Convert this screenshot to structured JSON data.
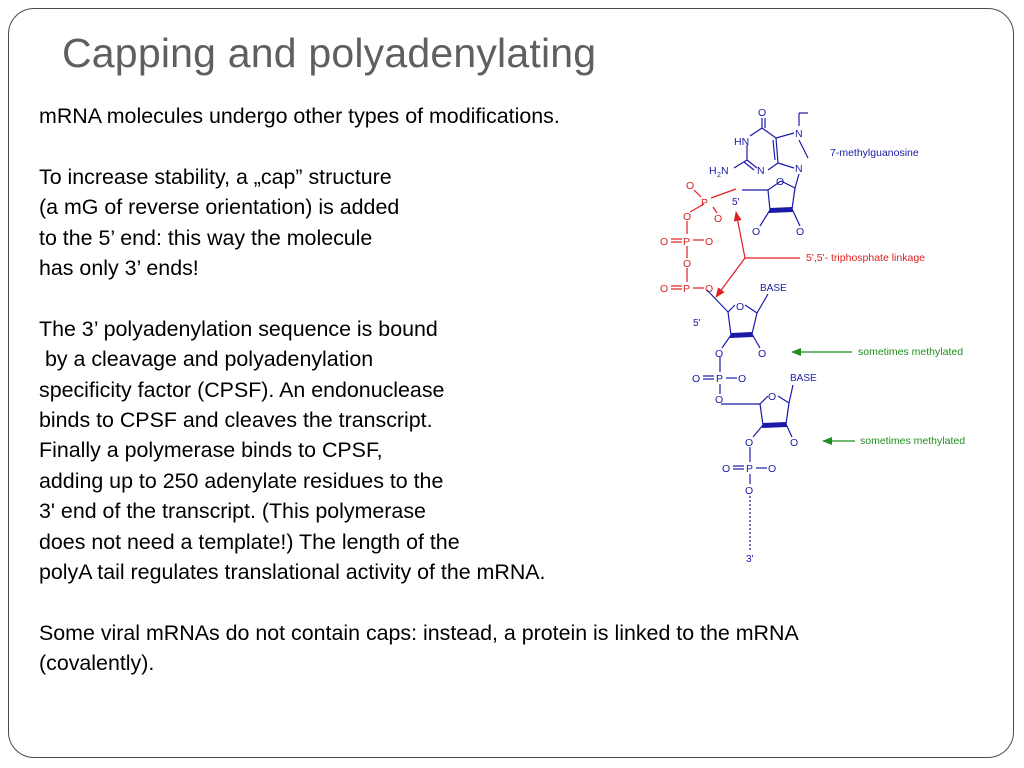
{
  "slide": {
    "title": "Capping and polyadenylating",
    "paragraphs": [
      {
        "lines": [
          "mRNA molecules undergo other types of modifications."
        ]
      },
      {
        "lines": [
          "To increase stability, a „cap” structure",
          "(a mG of reverse orientation) is added",
          "to the 5’ end: this way the molecule",
          "has only 3’ ends!"
        ]
      },
      {
        "lines": [
          "The 3’ polyadenylation sequence is bound",
          " by a cleavage and polyadenylation",
          "specificity factor (CPSF). An endonuclease",
          "binds to CPSF and cleaves the transcript.",
          "Finally a polymerase binds to CPSF,",
          "adding up to 250 adenylate residues to the",
          "3' end of the transcript. (This polymerase",
          "does not need a template!) The length of the",
          "polyA tail regulates translational activity of the mRNA."
        ]
      },
      {
        "lines": [
          "Some viral mRNAs do not contain caps: instead, a protein is linked to the mRNA",
          "(covalently)."
        ]
      }
    ]
  },
  "diagram": {
    "labels": {
      "methylguanosine": "7-methylguanosine",
      "triphosphate": "5',5'- triphosphate linkage",
      "methylated_1": "sometimes methylated",
      "methylated_2": "sometimes methylated",
      "base_1": "BASE",
      "base_2": "BASE",
      "five_prime_1": "5'",
      "five_prime_2": "5'",
      "three_prime": "3'"
    },
    "atoms": {
      "O": "O",
      "N": "N",
      "P": "P",
      "HN": "HN",
      "H2N_H": "H",
      "H2N_2": "2",
      "H2N_N": "N"
    },
    "colors": {
      "blue": "#1a1aa8",
      "red": "#e02020",
      "green": "#1f8f1f",
      "title": "#5f5f5f"
    }
  }
}
